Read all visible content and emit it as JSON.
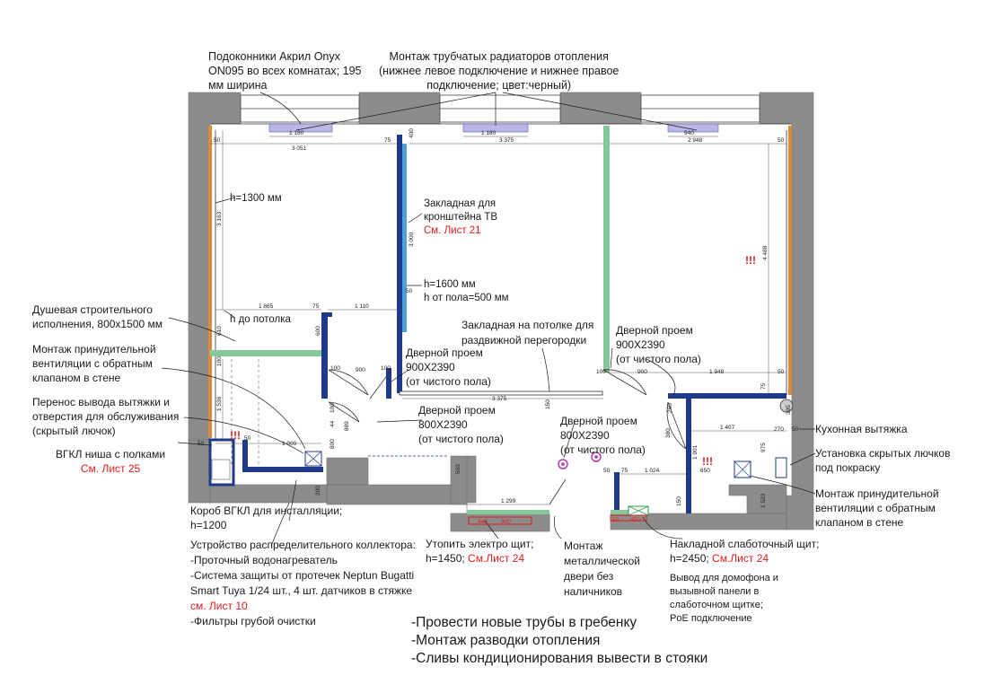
{
  "labels": {
    "sills": [
      "Подоконники Акрил Onyx",
      "ON095 во всех комнатах; 195",
      "мм ширина"
    ],
    "radiators": [
      "Монтаж трубчатых радиаторов отопления",
      "(нижнее левое подключение и нижнее правое",
      "подключение; цвет:черный)"
    ],
    "tv_mount": [
      "Закладная для",
      "кронштейна ТВ"
    ],
    "tv_ref": "См. Лист 21",
    "h1300": "h=1300 мм",
    "h_ceiling": "h до потолка",
    "h1600": [
      "h=1600 мм",
      "h от пола=500 мм"
    ],
    "ceiling_mount": [
      "Закладная на потолке для",
      "раздвижной перегородки"
    ],
    "door_900_center": [
      "Дверной проем",
      "900X2390",
      "(от чистого пола)"
    ],
    "door_900_right": [
      "Дверной проем",
      "900X2390",
      "(от чистого пола)"
    ],
    "door_800_center": [
      "Дверной проем",
      "800X2390",
      "(от чистого пола)"
    ],
    "door_800_right": [
      "Дверной проем",
      "800X2390",
      "(от чистого пола)"
    ],
    "shower": [
      "Душевая строительного",
      "исполнения, 800x1500 мм"
    ],
    "vent_left": [
      "Монтаж принудительной",
      "вентиляции с обратным",
      "клапаном в стене"
    ],
    "exhaust_move": [
      "Перенос вывода вытяжки и",
      "отверстия для обслуживания",
      "(скрытый лючок)"
    ],
    "gkl_niche": "ВГКЛ ниша с полками",
    "gkl_ref": "См. Лист 25",
    "gkl_box": [
      "Короб ВГКЛ для инсталляции;",
      "h=1200"
    ],
    "collector": [
      "Устройство распределительного коллектора:",
      "-Проточный водонагреватель",
      "-Система защиты от протечек Neptun Bugatti",
      "Smart Tuya 1/24 шт., 4 шт. датчиков в стяжке"
    ],
    "collector_ref": "см. Лист 10",
    "collector_filters": "-Фильтры грубой очистки",
    "panel": [
      "Утопить электро щит;",
      "h=1450; "
    ],
    "panel_ref": "См.Лист 24",
    "metal_door": [
      "Монтаж",
      "металлической",
      "двери без",
      "наличников"
    ],
    "lowcurrent": [
      "Накладной слаботочный щит;",
      "h=2450; "
    ],
    "lowcurrent_ref": "См.Лист 24",
    "intercom": [
      "Вывод для домофона и",
      "вызывной панели в",
      "слаботочном щитке;",
      "PoE подключение"
    ],
    "kitchen_hood": "Кухонная вытяжка",
    "hatches": [
      "Установка скрытых лючков",
      "под покраску"
    ],
    "vent_right": [
      "Монтаж принудительной",
      "вентиляции с обратным",
      "клапаном в стене"
    ],
    "notes": [
      "-Провести новые трубы в гребенку",
      "-Монтаж разводки отопления",
      "-Сливы кондиционирования вывести в стояки"
    ]
  },
  "marks": {
    "warning": "!!!"
  },
  "dimensions": {
    "d1180a": "1 180",
    "d3051": "3 051",
    "d75a": "75",
    "d400": "400",
    "d1180b": "1 180",
    "d3375a": "3 375",
    "d940": "940",
    "d2948": "2 948",
    "d50a": "50",
    "d50b": "50",
    "d3163": "3 163",
    "d3000": "3 000",
    "d4488": "4 488",
    "d50c": "50",
    "d1865": "1 865",
    "d75b": "75",
    "d1110": "1 110",
    "d610": "610",
    "d600": "600",
    "d100a": "100",
    "d900a": "900",
    "d100b": "100",
    "d100c": "100",
    "d900b": "900",
    "d1948": "1 948",
    "d50d": "50",
    "d3375b": "3 375",
    "d75c": "75",
    "d150": "150",
    "d1536": "1 536",
    "d1000": "1 000",
    "d50e": "50",
    "d50f": "50",
    "d100d": "100",
    "d44": "44",
    "d800": "800",
    "d889": "889",
    "d503": "503",
    "d200": "200",
    "d1299": "1 299",
    "d440": "440",
    "d300": "300",
    "d1407": "1 407",
    "d270": "270",
    "d50g": "50",
    "d395": "395",
    "d975": "975",
    "d1901": "1 901",
    "d650": "650",
    "d1024": "1 024",
    "d50h": "50",
    "d75d": "75",
    "d260": "260",
    "d380": "380",
    "d150b": "150",
    "d50i": "50",
    "d450": "450",
    "d1523": "1 523",
    "d100e": "100"
  },
  "colors": {
    "wall": "#8c8c8c",
    "wall_edge": "#6e6e6e",
    "partition_blue": "#1f3a8a",
    "partition_green": "#86c89a",
    "insulation_orange": "#d98a3a",
    "red": "#e01b1b",
    "magenta": "#b03ab0"
  }
}
